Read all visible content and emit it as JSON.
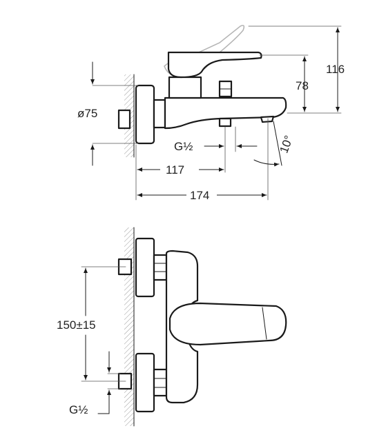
{
  "side_view": {
    "dim_height_total": "116",
    "dim_spout_height": "78",
    "dim_diameter": "ø75",
    "dim_spout_depth": "174",
    "dim_inlet_depth": "117",
    "dim_thread": "G½",
    "dim_angle": "10°"
  },
  "front_view": {
    "dim_centers": "150±15",
    "dim_thread": "G½"
  }
}
